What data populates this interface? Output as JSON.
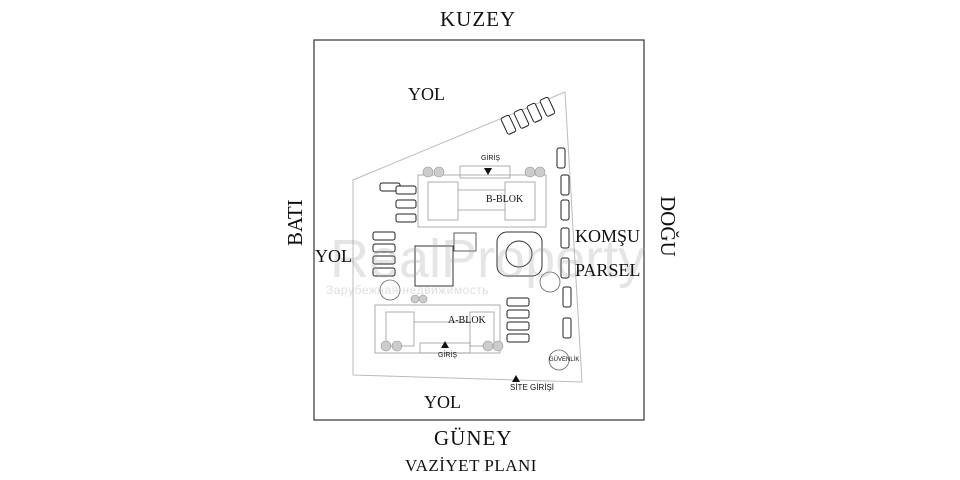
{
  "directions": {
    "north": "KUZEY",
    "south": "GÜNEY",
    "west": "BATI",
    "east": "DOĞU"
  },
  "plan_title": "VAZİYET PLANI",
  "roads": {
    "top": "YOL",
    "left": "YOL",
    "bottom": "YOL"
  },
  "neighbor": {
    "line1": "KOMŞU",
    "line2": "PARSEL"
  },
  "blocks": {
    "b": "B-BLOK",
    "a": "A-BLOK"
  },
  "entrances": {
    "b": "GİRİŞ",
    "a": "GİRİŞ",
    "site": "SİTE GİRİŞİ"
  },
  "pool_label": "GÜVENLİK",
  "watermark": {
    "main": "RealProperty",
    "sub": "Зарубежная недвижимость"
  }
}
